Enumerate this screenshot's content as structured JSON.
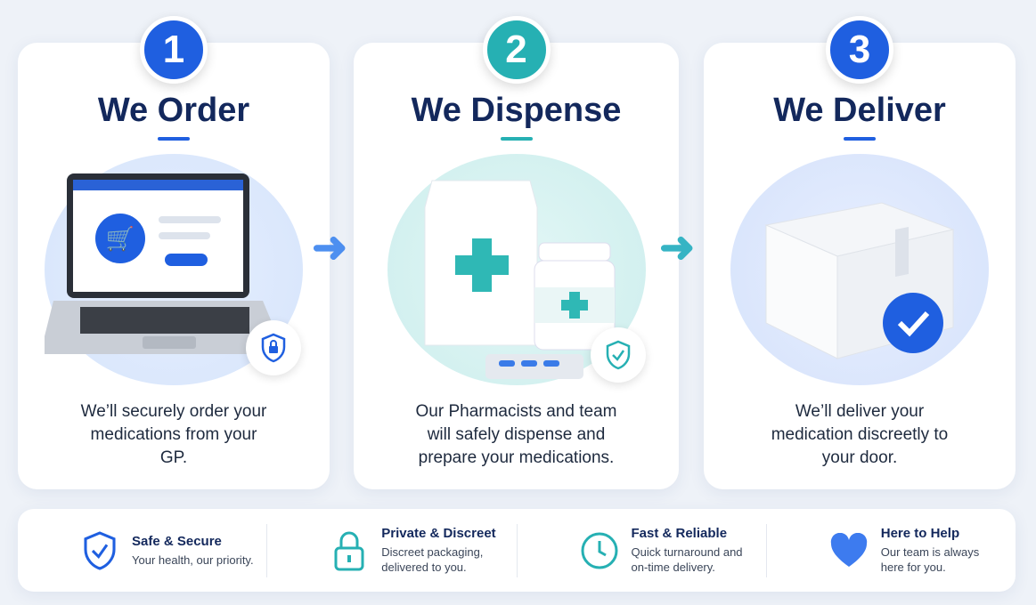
{
  "steps": [
    {
      "number": "1",
      "title": "We Order",
      "description": "We’ll securely order your medications from your GP.",
      "color": "#1f5fe0"
    },
    {
      "number": "2",
      "title": "We Dispense",
      "description": "Our Pharmacists and team will safely dispense and prepare your medications.",
      "color": "#26b0b3"
    },
    {
      "number": "3",
      "title": "We Deliver",
      "description": "We’ll deliver your medication discreetly to your door.",
      "color": "#1f5fe0"
    }
  ],
  "features": [
    {
      "title": "Safe & Secure",
      "text": "Your health, our priority.",
      "icon": "shield-check-icon"
    },
    {
      "title": "Private & Discreet",
      "text": "Discreet packaging, delivered to you.",
      "icon": "lock-icon"
    },
    {
      "title": "Fast & Reliable",
      "text": "Quick turnaround and on-time delivery.",
      "icon": "clock-icon"
    },
    {
      "title": "Here to Help",
      "text": "Our team is always here for you.",
      "icon": "heart-icon"
    }
  ]
}
